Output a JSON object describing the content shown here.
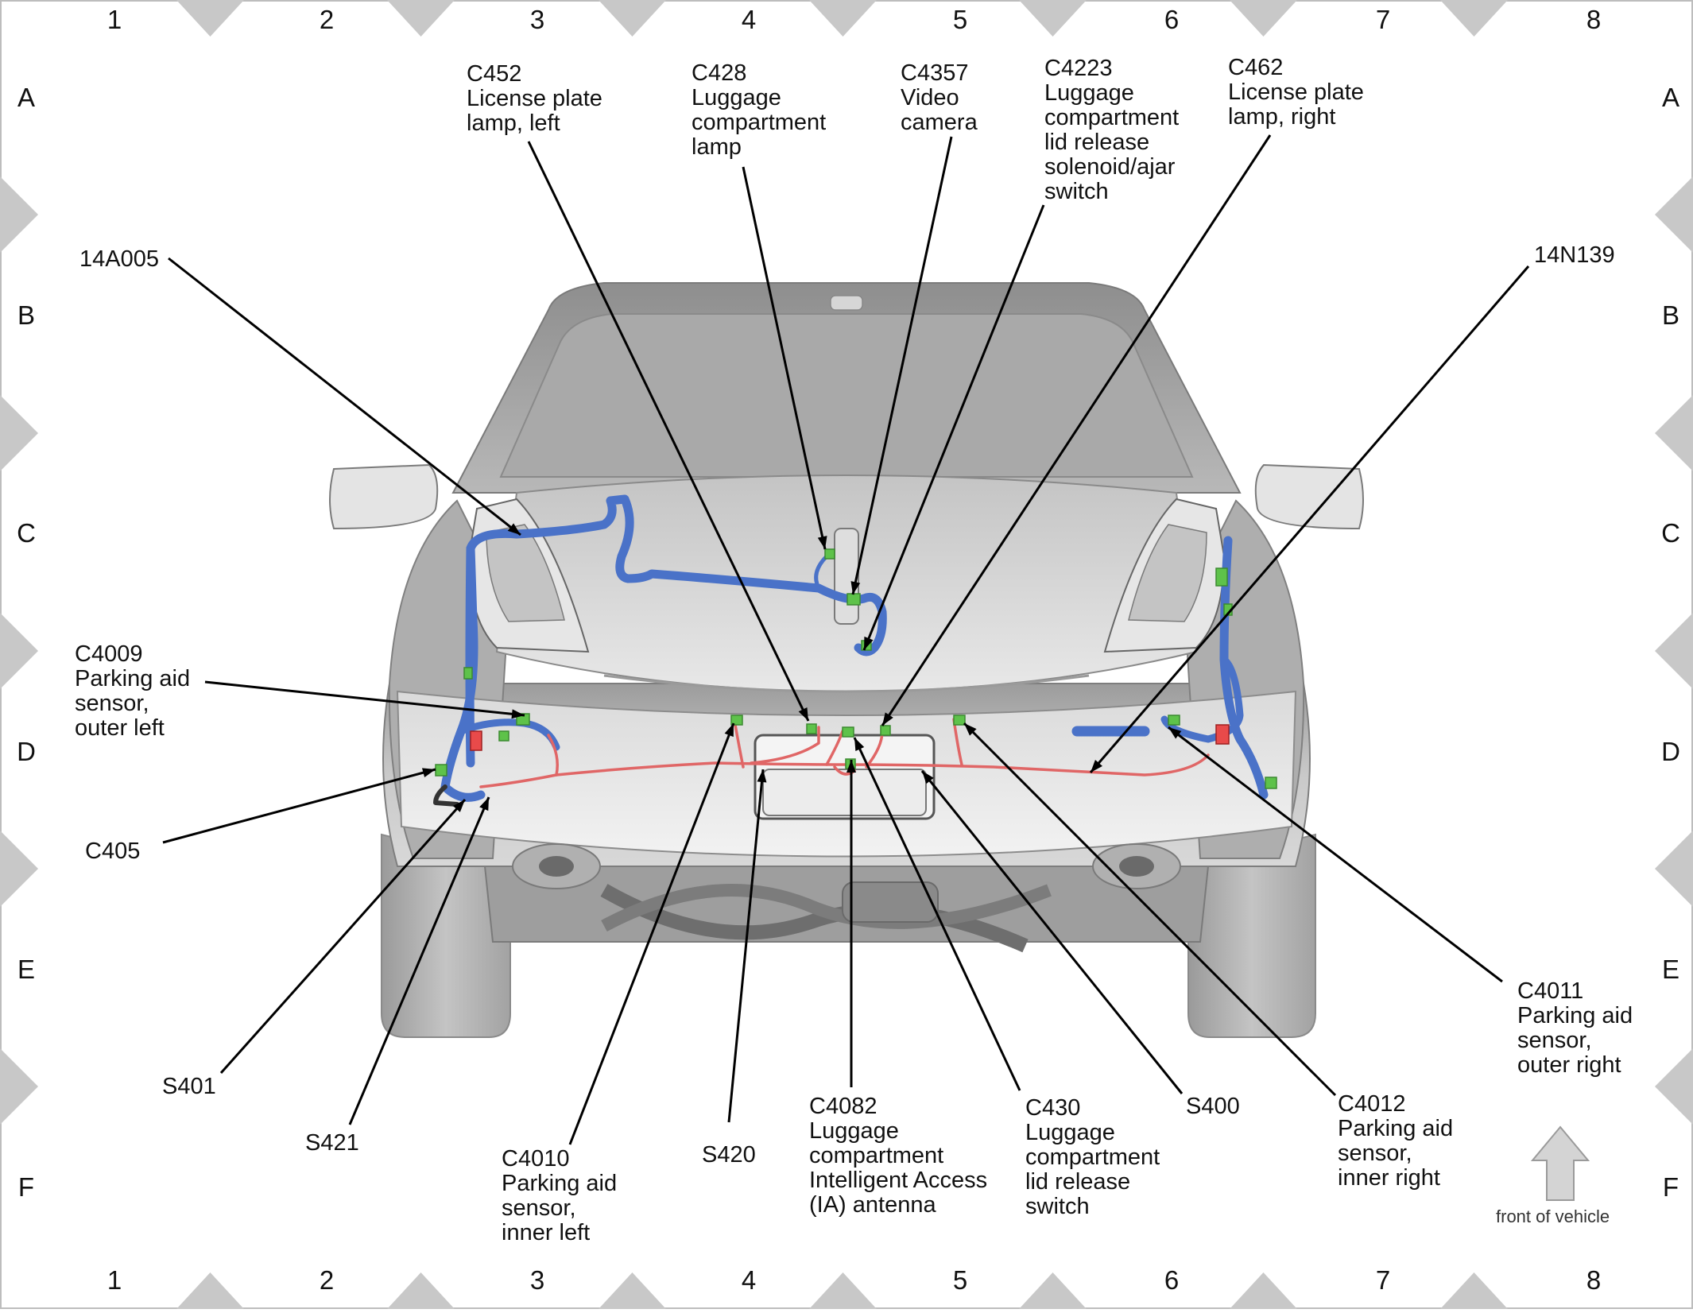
{
  "grid": {
    "columns": [
      "1",
      "2",
      "3",
      "4",
      "5",
      "6",
      "7",
      "8"
    ],
    "rows": [
      "A",
      "B",
      "C",
      "D",
      "E",
      "F"
    ]
  },
  "callouts": {
    "c452": [
      "C452",
      "License plate",
      "lamp, left"
    ],
    "c428": [
      "C428",
      "Luggage",
      "compartment",
      "lamp"
    ],
    "c4357": [
      "C4357",
      "Video",
      "camera"
    ],
    "c4223": [
      "C4223",
      "Luggage",
      "compartment",
      "lid release",
      "solenoid/ajar",
      "switch"
    ],
    "c462": [
      "C462",
      "License plate",
      "lamp, right"
    ],
    "h14a005": [
      "14A005"
    ],
    "h14n139": [
      "14N139"
    ],
    "c4009": [
      "C4009",
      "Parking aid",
      "sensor,",
      "outer left"
    ],
    "c405": [
      "C405"
    ],
    "s401": [
      "S401"
    ],
    "s421": [
      "S421"
    ],
    "c4010": [
      "C4010",
      "Parking aid",
      "sensor,",
      "inner left"
    ],
    "s420": [
      "S420"
    ],
    "c4082": [
      "C4082",
      "Luggage",
      "compartment",
      "Intelligent Access",
      "(IA) antenna"
    ],
    "c430": [
      "C430",
      "Luggage",
      "compartment",
      "lid release",
      "switch"
    ],
    "s400": [
      "S400"
    ],
    "c4012": [
      "C4012",
      "Parking aid",
      "sensor,",
      "inner right"
    ],
    "c4011": [
      "C4011",
      "Parking aid",
      "sensor,",
      "outer right"
    ]
  },
  "front_indicator": {
    "label": "front of vehicle"
  },
  "colors": {
    "harness_blue": "#4a72c8",
    "harness_red": "#e06666",
    "connector_green": "#5ec24a",
    "body_gray": "#b9b9b9",
    "frame_gray": "#c8c8c8"
  }
}
